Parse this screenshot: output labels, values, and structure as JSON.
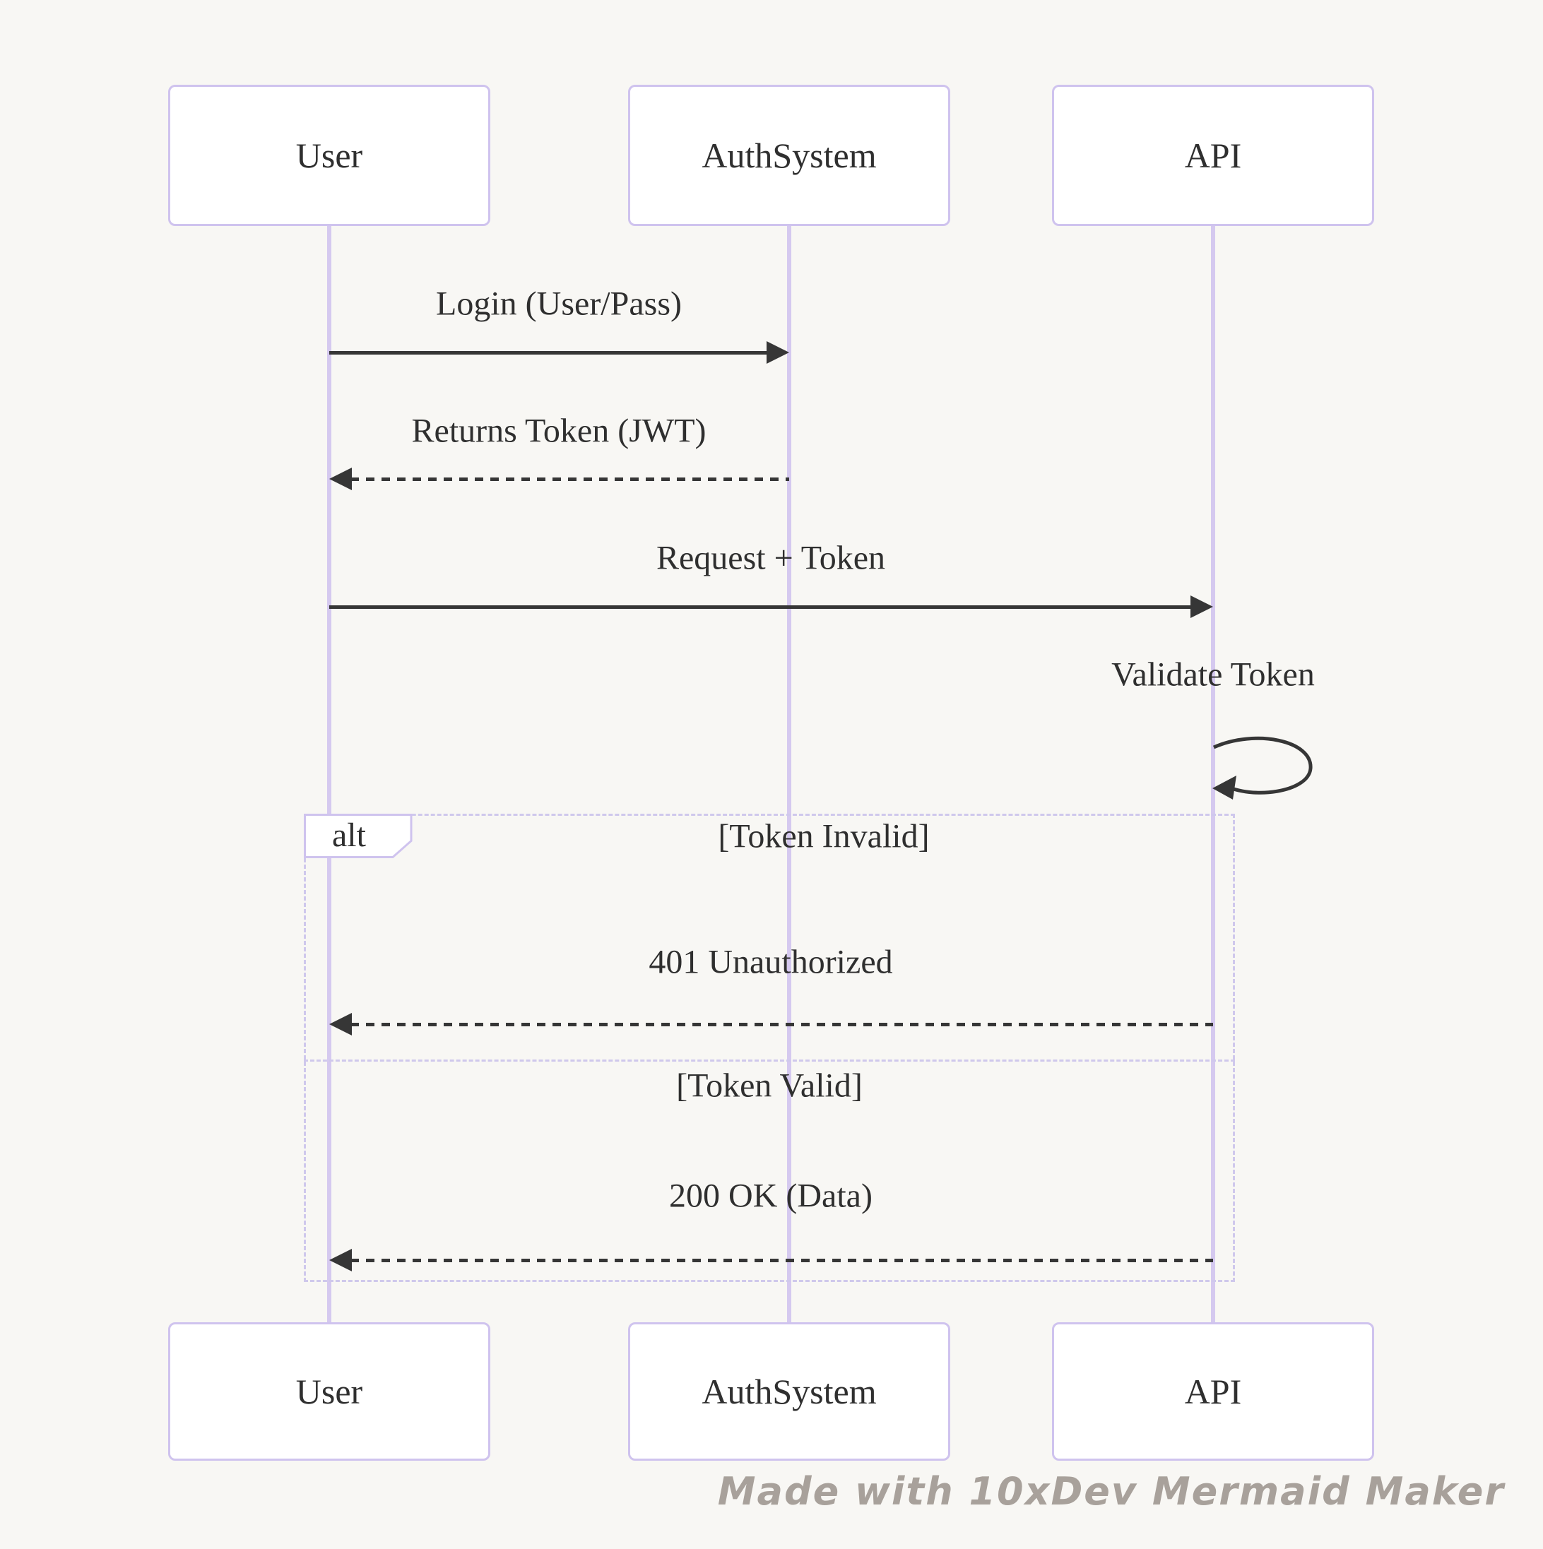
{
  "actors": [
    {
      "name": "User"
    },
    {
      "name": "AuthSystem"
    },
    {
      "name": "API"
    }
  ],
  "messages": {
    "login": "Login (User/Pass)",
    "returns_token": "Returns Token (JWT)",
    "request_token": "Request + Token",
    "validate_token": "Validate Token",
    "unauthorized": "401 Unauthorized",
    "ok_data": "200 OK (Data)"
  },
  "alt_block": {
    "label": "alt",
    "condition_invalid": "[Token Invalid]",
    "condition_valid": "[Token Valid]"
  },
  "watermark": "Made with 10xDev Mermaid Maker",
  "colors": {
    "background": "#f8f7f4",
    "actor_fill": "#ffffff",
    "actor_border": "#cfc3ee",
    "lifeline": "#d5c9ef",
    "arrow": "#363636",
    "text": "#2f2f2f",
    "frame_border": "#cfc8ec",
    "watermark_text": "#a8a19b"
  }
}
